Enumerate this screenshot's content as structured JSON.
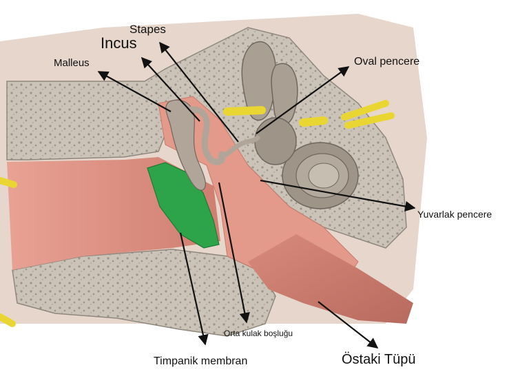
{
  "labels": {
    "stapes": "Stapes",
    "incus": "Incus",
    "malleus": "Malleus",
    "oval_window": "Oval pencere",
    "round_window": "Yuvarlak pencere",
    "middle_ear_cavity": "Orta kulak boşluğu",
    "tympanic_membrane": "Timpanik membran",
    "eustachian_tube": "Östaki Tüpü"
  },
  "colors": {
    "bone": "#cbc3b7",
    "bone_pore": "#9b948a",
    "tissue": "#e59a8c",
    "canal": "#d88878",
    "tympanic_membrane": "#2ea44a",
    "ossicle": "#b1a59a",
    "nerve": "#ead633",
    "arrow": "#111111"
  }
}
